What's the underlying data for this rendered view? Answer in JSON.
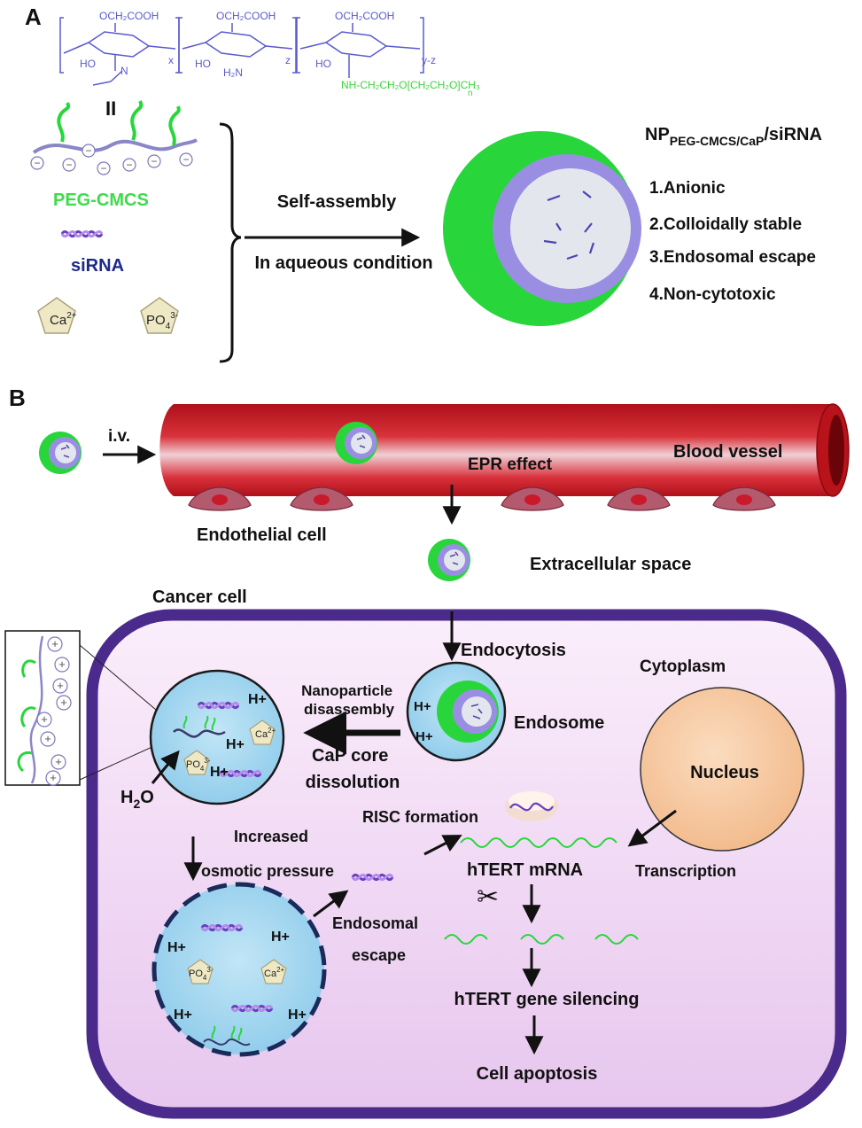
{
  "panel_a": {
    "label": "A",
    "chem": {
      "sub1": "OCH₂COOH",
      "sub2": "OCH₂COOH",
      "sub3": "OCH₂COOH",
      "ho1": "HO",
      "ho2": "HO",
      "ho3": "HO",
      "nh2": "H₂N",
      "n_atom": "N",
      "x_idx": "x",
      "z_idx": "z",
      "yz_idx": "y-z",
      "peg_chain": "NH-CH₂CH₂O[CH₂CH₂O]CH₃",
      "n_idx": "n",
      "equals_sign": "II"
    },
    "peg_cmcs_label": "PEG-CMCS",
    "sirna_label": "siRNA",
    "ca_label": "Ca",
    "ca_sup": "2+",
    "po_label": "PO",
    "po_sub": "4",
    "po_sup": "3-",
    "arrow_top": "Self-assembly",
    "arrow_bottom": "In aqueous condition",
    "np_title_main": "NP",
    "np_title_sub": "PEG-CMCS/CaP",
    "np_title_end": "/siRNA",
    "properties": [
      "1.Anionic",
      "2.Colloidally stable",
      "3.Endosomal escape",
      "4.Non-cytotoxic"
    ],
    "minus_sign": "−"
  },
  "panel_b": {
    "label": "B",
    "iv": "i.v.",
    "blood_vessel": "Blood vessel",
    "epr": "EPR effect",
    "endothelial": "Endothelial cell",
    "extracellular": "Extracellular space",
    "cancer_cell": "Cancer cell",
    "endocytosis": "Endocytosis",
    "cytoplasm": "Cytoplasm",
    "nano_l1": "Nanoparticle",
    "nano_l2": "disassembly",
    "cap_l1": "CaP core",
    "cap_l2": "dissolution",
    "endosome": "Endosome",
    "nucleus": "Nucleus",
    "h2o_main": "H",
    "h2o_sub": "2",
    "h2o_end": "O",
    "hplus": "H+",
    "ca_label": "Ca",
    "ca_sup": "2+",
    "po_label": "PO",
    "po_sub": "4",
    "po_sup": "3-",
    "plus_sign": "+",
    "risc": "RISC formation",
    "increased": "Increased",
    "osmotic": "osmotic pressure",
    "mrna": "hTERT mRNA",
    "transcription": "Transcription",
    "endosomal": "Endosomal",
    "escape": "escape",
    "silencing": "hTERT gene silencing",
    "apoptosis": "Cell apoptosis"
  },
  "colors": {
    "green": "#22d93a",
    "lavender": "#9b8ee0",
    "core": "#e6e8ee",
    "vessel": "#c8161a",
    "cell_border": "#4a2a8a",
    "cell_fill": "#f1dcf1",
    "endosome": "#9ed4ee",
    "nucleus": "#f8c9a2",
    "pentagon": "#efe8c4",
    "chem_blue": "#5a5ad0",
    "chem_green": "#3fd23f",
    "navy": "#1c2a8a"
  }
}
